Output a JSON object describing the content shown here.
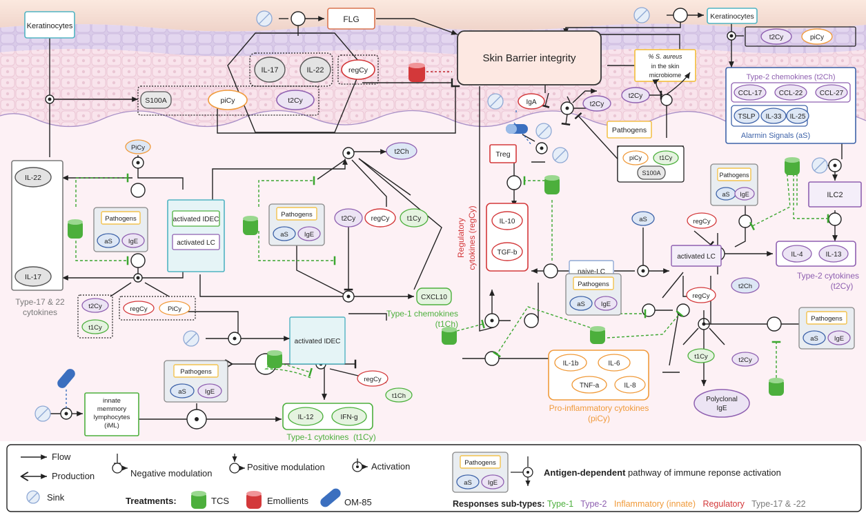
{
  "nodes": {
    "keratinocytes_left": "Keratinocytes",
    "keratinocytes_right": "Keratinocytes",
    "flg": "FLG",
    "skin_barrier": "Skin Barrier integrity",
    "il17_top": "IL-17",
    "il22_top": "IL-22",
    "regcy_top": "regCy",
    "s100a_top": "S100A",
    "picy_top": "piCy",
    "t2cy_top": "t2Cy",
    "t2cy_header": "t2Cy",
    "picy_header": "piCy",
    "saureus_lines": [
      "% S. aureus",
      "in the skin",
      "microbiome"
    ],
    "t2cy_mid": "t2Cy",
    "t2cy_mid2": "t2Cy",
    "iga": "IgA",
    "pathogens_mid": "Pathogens",
    "treg": "Treg",
    "picy_box": "piCy",
    "t1cy_box": "t1Cy",
    "s100a_box": "S100A",
    "picy_left": "PiCy",
    "il22_left": "IL-22",
    "il17_left": "IL-17",
    "type17_lines": [
      "Type-17 & 22",
      "cytokines"
    ],
    "activated_idec_top": "activated IDEC",
    "activated_lc_top": "activated LC",
    "pathogens_label": "Pathogens",
    "as_label": "aS",
    "ige_label": "IgE",
    "t2cy_left": "t2Cy",
    "t1cy_left": "t1Cy",
    "regcy_left": "regCy",
    "picy_left2": "PiCy",
    "t2ch_top": "t2Ch",
    "t2cy_center": "t2Cy",
    "regcy_center": "regCy",
    "t1cy_center": "t1Cy",
    "cxcl10": "CXCL10",
    "type1_chemokines_lines": [
      "Type-1 chemokines",
      "(t1Ch)"
    ],
    "il10": "IL-10",
    "tgfb": "TGF-b",
    "regulatory_lines": [
      "Regulatory",
      "cytokines (regCy)"
    ],
    "naive_lc": "naive-LC",
    "as_mid": "aS",
    "activated_lc_mid": "activated LC",
    "regcy_mid": "regCy",
    "t2ch_mid": "t2Ch",
    "type2_chemokines_title": "Type-2 chemokines (t2Ch)",
    "ccl17": "CCL-17",
    "ccl22": "CCL-22",
    "ccl27": "CCL-27",
    "tslp": "TSLP",
    "il33": "IL-33",
    "il25": "IL-25",
    "alarmin_title": "Alarmin Signals (aS)",
    "ilc2": "ILC2",
    "il4": "IL-4",
    "il13": "IL-13",
    "type2_cytokines_lines": [
      "Type-2 cytokines",
      "(t2Cy)"
    ],
    "activated_idec_mid": "activated IDEC",
    "il1b": "IL-1b",
    "il6": "IL-6",
    "tnfa": "TNF-a",
    "il8": "IL-8",
    "proinflammatory_lines": [
      "Pro-inflammatory cytokines",
      "(piCy)"
    ],
    "regcy_right": "regCy",
    "t1cy_right": "t1Cy",
    "t2cy_right": "t2Cy",
    "polyclonal_lines": [
      "Polyclonal",
      "IgE"
    ],
    "regcy_bottom": "regCy",
    "t1ch_bottom": "t1Ch",
    "iml_lines": [
      "innate",
      "memmory",
      "lymphocytes",
      "(iML)"
    ],
    "il12": "IL-12",
    "ifng": "IFN-g",
    "type1_cytokines": "Type-1 cytokines  (t1Cy)"
  },
  "legend": {
    "flow": "Flow",
    "production": "Production",
    "sink": "Sink",
    "negative": "Negative modulation",
    "positive": "Positive modulation",
    "activation": "Activation",
    "treatments_label": "Treatments",
    "tcs": "TCS",
    "emollients": "Emollients",
    "om85": "OM-85",
    "antigen_bold": "Antigen-dependent",
    "antigen_rest": " pathway of immune reponse activation",
    "subtypes_label": "Responses sub-types",
    "type1": "Type-1",
    "type2": "Type-2",
    "inflammatory": "Inflammatory (innate)",
    "regulatory": "Regulatory",
    "type1722": "Type-17 & -22"
  },
  "colors": {
    "type1": "#4caf3c",
    "type2": "#8e5fb0",
    "inflammatory": "#f09a3a",
    "regulatory": "#d3383a",
    "type1722": "#7a7a7a",
    "cyan": "#4fb3c2",
    "yellow": "#f3c24c"
  }
}
